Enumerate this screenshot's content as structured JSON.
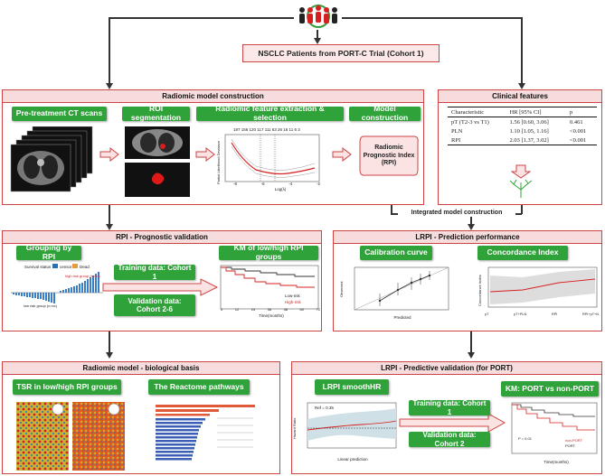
{
  "header": {
    "title": "NSCLC Patients from PORT-C Trial   (Cohort 1)"
  },
  "radiomic": {
    "panel_title": "Radiomic model construction",
    "step1": "Pre-treatment CT scans",
    "step2": "ROI segmentation",
    "step3": "Radiomic feature extraction & selection",
    "step4": "Model construction",
    "rpi_label": "Radiomic Prognostic Index (RPI)",
    "lasso_top": "197 156 120 117 111 63 26 16 11 6 3",
    "lasso_ylabel": "Partial Likelihood Deviance",
    "lasso_xlabel": "Log(λ)",
    "lasso_xticks": [
      "-8",
      "-6",
      "-4",
      "-2"
    ]
  },
  "clinical": {
    "panel_title": "Clinical features",
    "col_headers": [
      "Characteristic",
      "HR [95% CI]",
      "p"
    ],
    "rows": [
      [
        "pT (T2-3 vs T1)",
        "1.56 [0.60, 3.06]",
        "0.461"
      ],
      [
        "PLN",
        "1.10 [1.05, 1.16]",
        "<0.001"
      ],
      [
        "RPI",
        "2.03 [1.37, 3.02]",
        "<0.001"
      ]
    ]
  },
  "integrated_label": "Integrated model construction",
  "rpi_validation": {
    "panel_title": "RPI - Prognostic validation",
    "grouping": "Grouping by RPI",
    "km_title": "KM of low/high RPI groups",
    "training": "Training data: Cohort 1",
    "validation": "Validation data: Cohort 2-6",
    "survival_status": "Survival status",
    "legend_censor": "censor",
    "legend_dead": "Dead",
    "low_label": "low risk group (n=xx)",
    "high_label": "high risk group (n=xx)",
    "km_legend_low": "Low-risk",
    "km_legend_high": "High-risk",
    "km_xlabel": "Time(months)",
    "km_xticks": [
      "0",
      "12",
      "24",
      "36",
      "48",
      "60",
      "72"
    ]
  },
  "lrpi_performance": {
    "panel_title": "LRPI - Prediction performance",
    "calibration": "Calibration curve",
    "concordance": "Concordance Index",
    "calib_xlabel": "Predicted",
    "calib_ylabel": "Observed",
    "cindex_ylabel": "Concordance Index",
    "cindex_xticks": [
      "pT",
      "pT+PLN",
      "RPI",
      "RPI+pT+N"
    ]
  },
  "biology": {
    "panel_title": "Radiomic model - biological basis",
    "tsr": "TSR in low/high RPI groups",
    "reactome": "The Reactome pathways"
  },
  "lrpi_validation": {
    "panel_title": "LRPI - Predictive validation (for PORT)",
    "smooth": "LRPI smoothHR",
    "km_title": "KM: PORT vs non-PORT",
    "training": "Training data: Cohort 1",
    "validation": "Validation data: Cohort 2",
    "smooth_ylabel": "Hazard Ratio",
    "smooth_xlabel": "Linear prediction",
    "smooth_ref": "Ref = 0.35",
    "km_legend_a": "non-PORT",
    "km_legend_b": "PORT",
    "km_p": "P = 0.01",
    "km_xlabel": "Time(months)"
  },
  "colors": {
    "green": "#2fa33a",
    "panel_border": "#cc4444",
    "panel_header": "#f6dcdc",
    "red_accent": "#d62020"
  }
}
